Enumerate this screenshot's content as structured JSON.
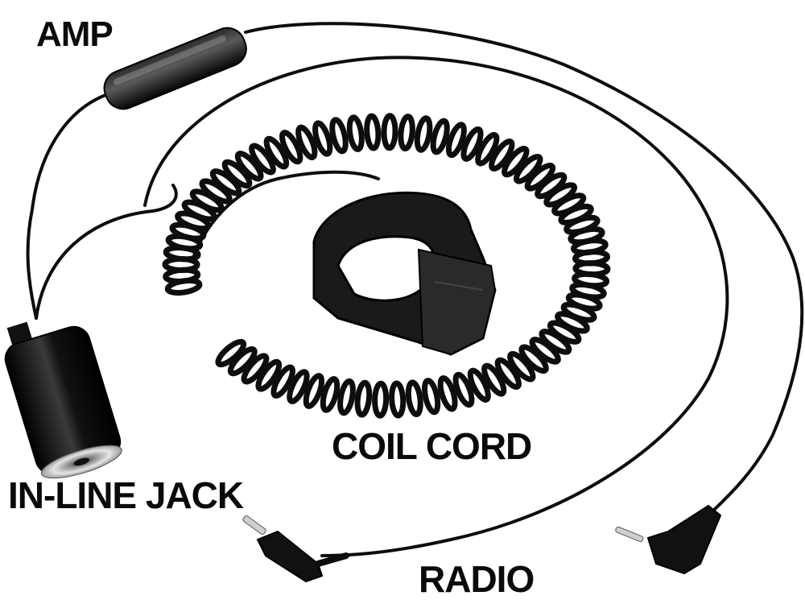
{
  "labels": {
    "amp": "AMP",
    "inline_jack": "IN-LINE JACK",
    "coil_cord": "COIL CORD",
    "radio": "RADIO"
  },
  "colors": {
    "background": "#ffffff",
    "cable": "#0d0d0d",
    "plug_metal": "#cfcfcf"
  }
}
